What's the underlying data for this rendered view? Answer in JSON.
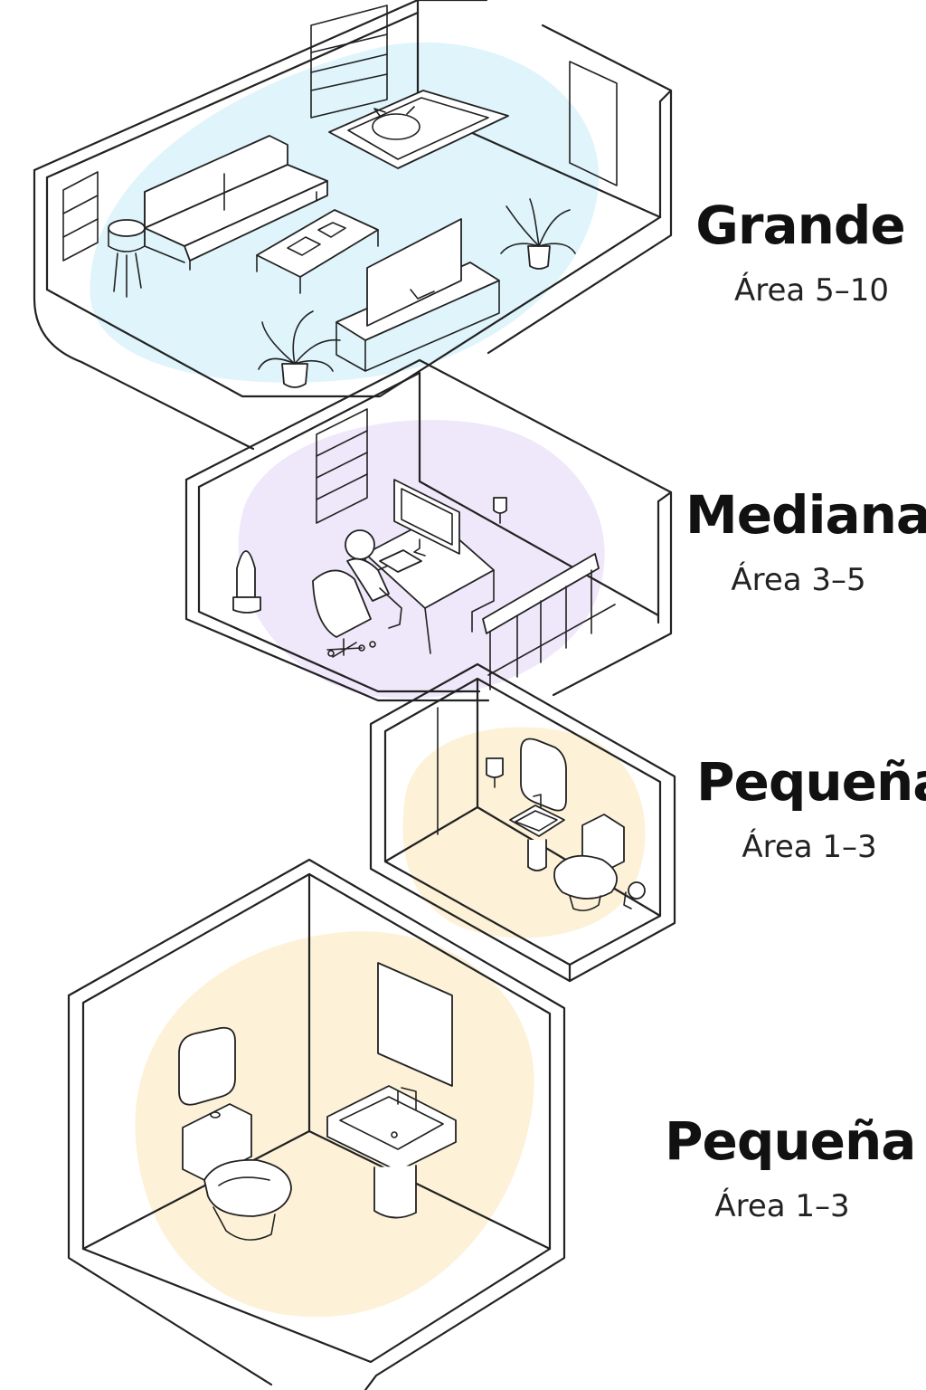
{
  "colors": {
    "line": "#222222",
    "zone_large": "#dff4fb",
    "zone_medium": "#efe7fa",
    "zone_small": "#fdf1d8"
  },
  "rooms": [
    {
      "title": "Grande",
      "area": "Área 5–10"
    },
    {
      "title": "Mediana",
      "area": "Área 3–5"
    },
    {
      "title": "Pequeña",
      "area": "Área 1–3"
    },
    {
      "title": "Pequeña",
      "area": "Área 1–3"
    }
  ]
}
